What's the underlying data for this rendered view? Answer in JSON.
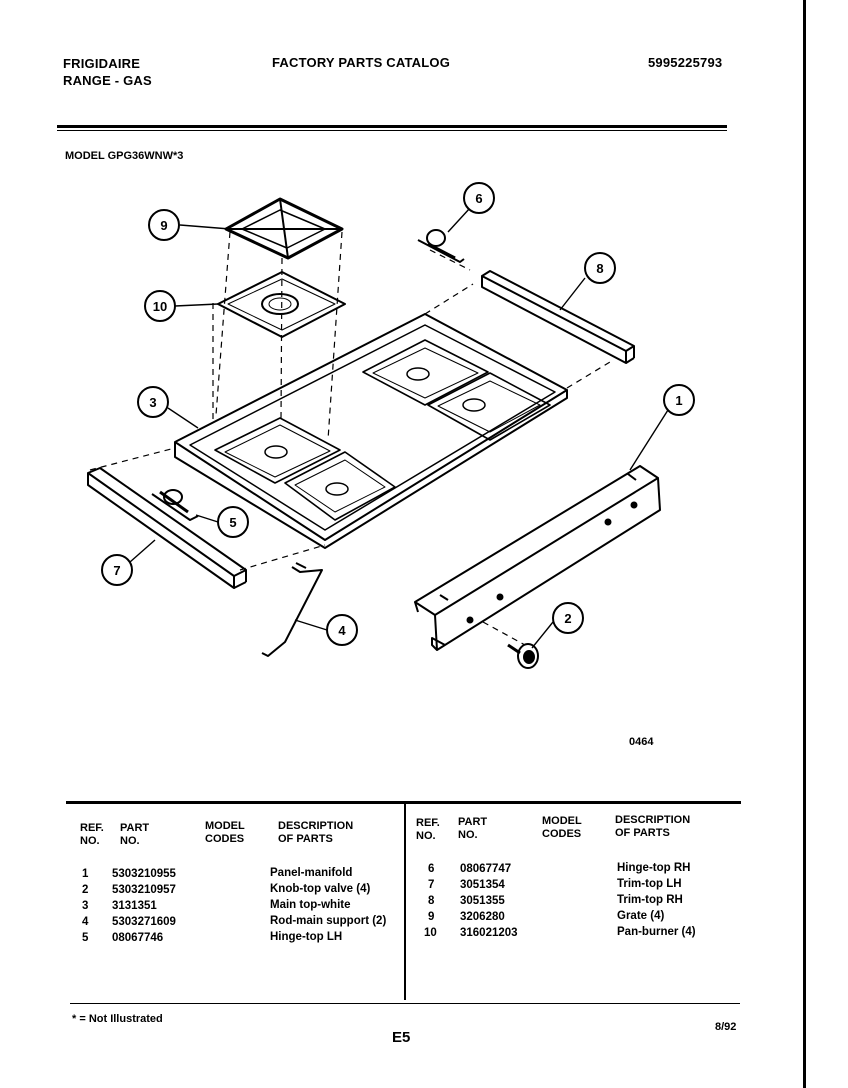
{
  "header": {
    "brand_line1": "FRIGIDAIRE",
    "brand_line2": "RANGE - GAS",
    "catalog_title": "FACTORY PARTS CATALOG",
    "catalog_number": "5995225793"
  },
  "model_label": "MODEL GPG36WNW*3",
  "diagram": {
    "callouts": [
      "1",
      "2",
      "3",
      "4",
      "5",
      "6",
      "7",
      "8",
      "9",
      "10"
    ],
    "code": "0464"
  },
  "table": {
    "headers": {
      "ref": [
        "REF.",
        "NO."
      ],
      "part": [
        "PART",
        "NO."
      ],
      "model": [
        "MODEL",
        "CODES"
      ],
      "desc": [
        "DESCRIPTION",
        "OF PARTS"
      ]
    },
    "left_rows": [
      {
        "ref": "1",
        "part": "5303210955",
        "desc": "Panel-manifold"
      },
      {
        "ref": "2",
        "part": "5303210957",
        "desc": "Knob-top valve (4)"
      },
      {
        "ref": "3",
        "part": "3131351",
        "desc": "Main top-white"
      },
      {
        "ref": "4",
        "part": "5303271609",
        "desc": "Rod-main support (2)"
      },
      {
        "ref": "5",
        "part": "08067746",
        "desc": "Hinge-top LH"
      }
    ],
    "right_rows": [
      {
        "ref": "6",
        "part": "08067747",
        "desc": "Hinge-top RH"
      },
      {
        "ref": "7",
        "part": "3051354",
        "desc": "Trim-top LH"
      },
      {
        "ref": "8",
        "part": "3051355",
        "desc": "Trim-top RH"
      },
      {
        "ref": "9",
        "part": "3206280",
        "desc": "Grate (4)"
      },
      {
        "ref": "10",
        "part": "316021203",
        "desc": "Pan-burner (4)"
      }
    ]
  },
  "footer": {
    "note": "* = Not Illustrated",
    "page": "E5",
    "date": "8/92"
  }
}
